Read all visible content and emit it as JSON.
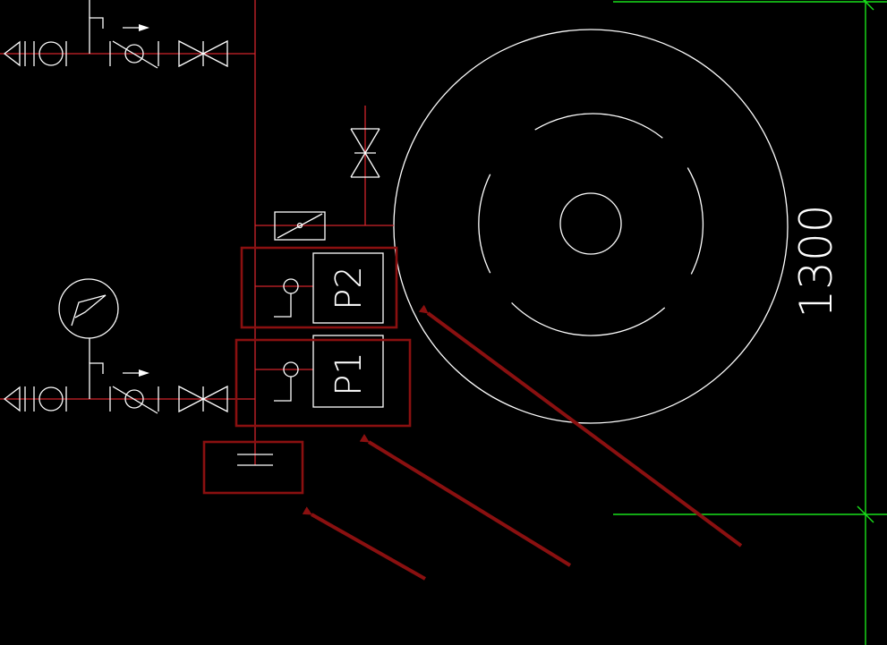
{
  "labels": {
    "pump_top": "P2",
    "pump_bottom": "P1",
    "dimension": "1300"
  },
  "colors": {
    "background": "#000000",
    "line_white": "#ffffff",
    "pipe_red": "#d0242b",
    "dimension_green": "#19e01a",
    "highlight_dark_red": "#8a1010"
  }
}
